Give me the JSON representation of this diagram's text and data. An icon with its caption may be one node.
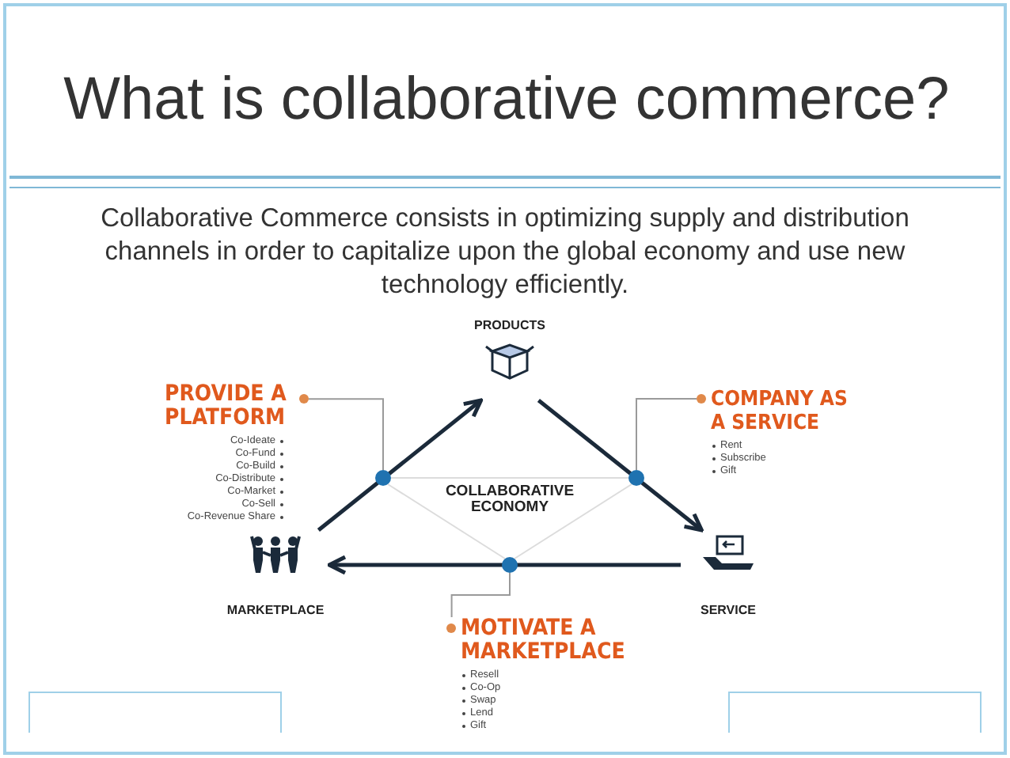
{
  "diagram": {
    "title": "What is collaborative commerce?",
    "nodes": [
      {
        "text": [
          "PRODUCTS"
        ]
      },
      {
        "text": [
          "SERVICE"
        ]
      },
      {
        "text": [
          "MARKETPLACE"
        ]
      },
      {
        "text": [
          "PROVIDE A PLATFORM",
          "Co-Ideate",
          "Co-Fund",
          "Co-Build",
          "Co-Distribute",
          "Co-Market",
          "Co-Sell",
          "Co-Revenue Share"
        ]
      },
      {
        "text": [
          "COMPANY AS A SERVICE",
          "Rent",
          "Subscribe",
          "Gift"
        ]
      },
      {
        "text": [
          "MOTIVATE A MARKETPLACE",
          "Resell",
          "Co-Op",
          "Swap",
          "Lend",
          "Gift"
        ]
      },
      {
        "text": [
          "COLLABORATIVE ECONOMY"
        ]
      },
      {
        "text": [],
        "shape": "circle"
      },
      {
        "text": [],
        "shape": "circle"
      },
      {
        "text": [],
        "shape": "circle"
      }
    ],
    "edges": [
      {
        "from": 2,
        "to": 0,
        "arrow": "to",
        "style": "thick",
        "color": "#1b2a3a"
      },
      {
        "from": 0,
        "to": 1,
        "arrow": "to",
        "style": "thick",
        "color": "#1b2a3a"
      },
      {
        "from": 1,
        "to": 2,
        "arrow": "to",
        "style": "thick",
        "color": "#1b2a3a"
      },
      {
        "from": 3,
        "to": 7,
        "arrow": "none",
        "color": "#9a9a9a"
      },
      {
        "from": 4,
        "to": 8,
        "arrow": "none",
        "color": "#9a9a9a"
      },
      {
        "from": 5,
        "to": 9,
        "arrow": "none",
        "color": "#9a9a9a"
      },
      {
        "from": 7,
        "to": 8,
        "arrow": "none",
        "color": "#dcdcdc"
      },
      {
        "from": 7,
        "to": 9,
        "arrow": "none",
        "color": "#dcdcdc"
      },
      {
        "from": 8,
        "to": 9,
        "arrow": "none",
        "color": "#dcdcdc"
      }
    ],
    "labels": [
      "Collaborative Commerce consists in optimizing supply and distribution channels in order to capitalize upon the global economy and use new technology efficiently."
    ]
  }
}
